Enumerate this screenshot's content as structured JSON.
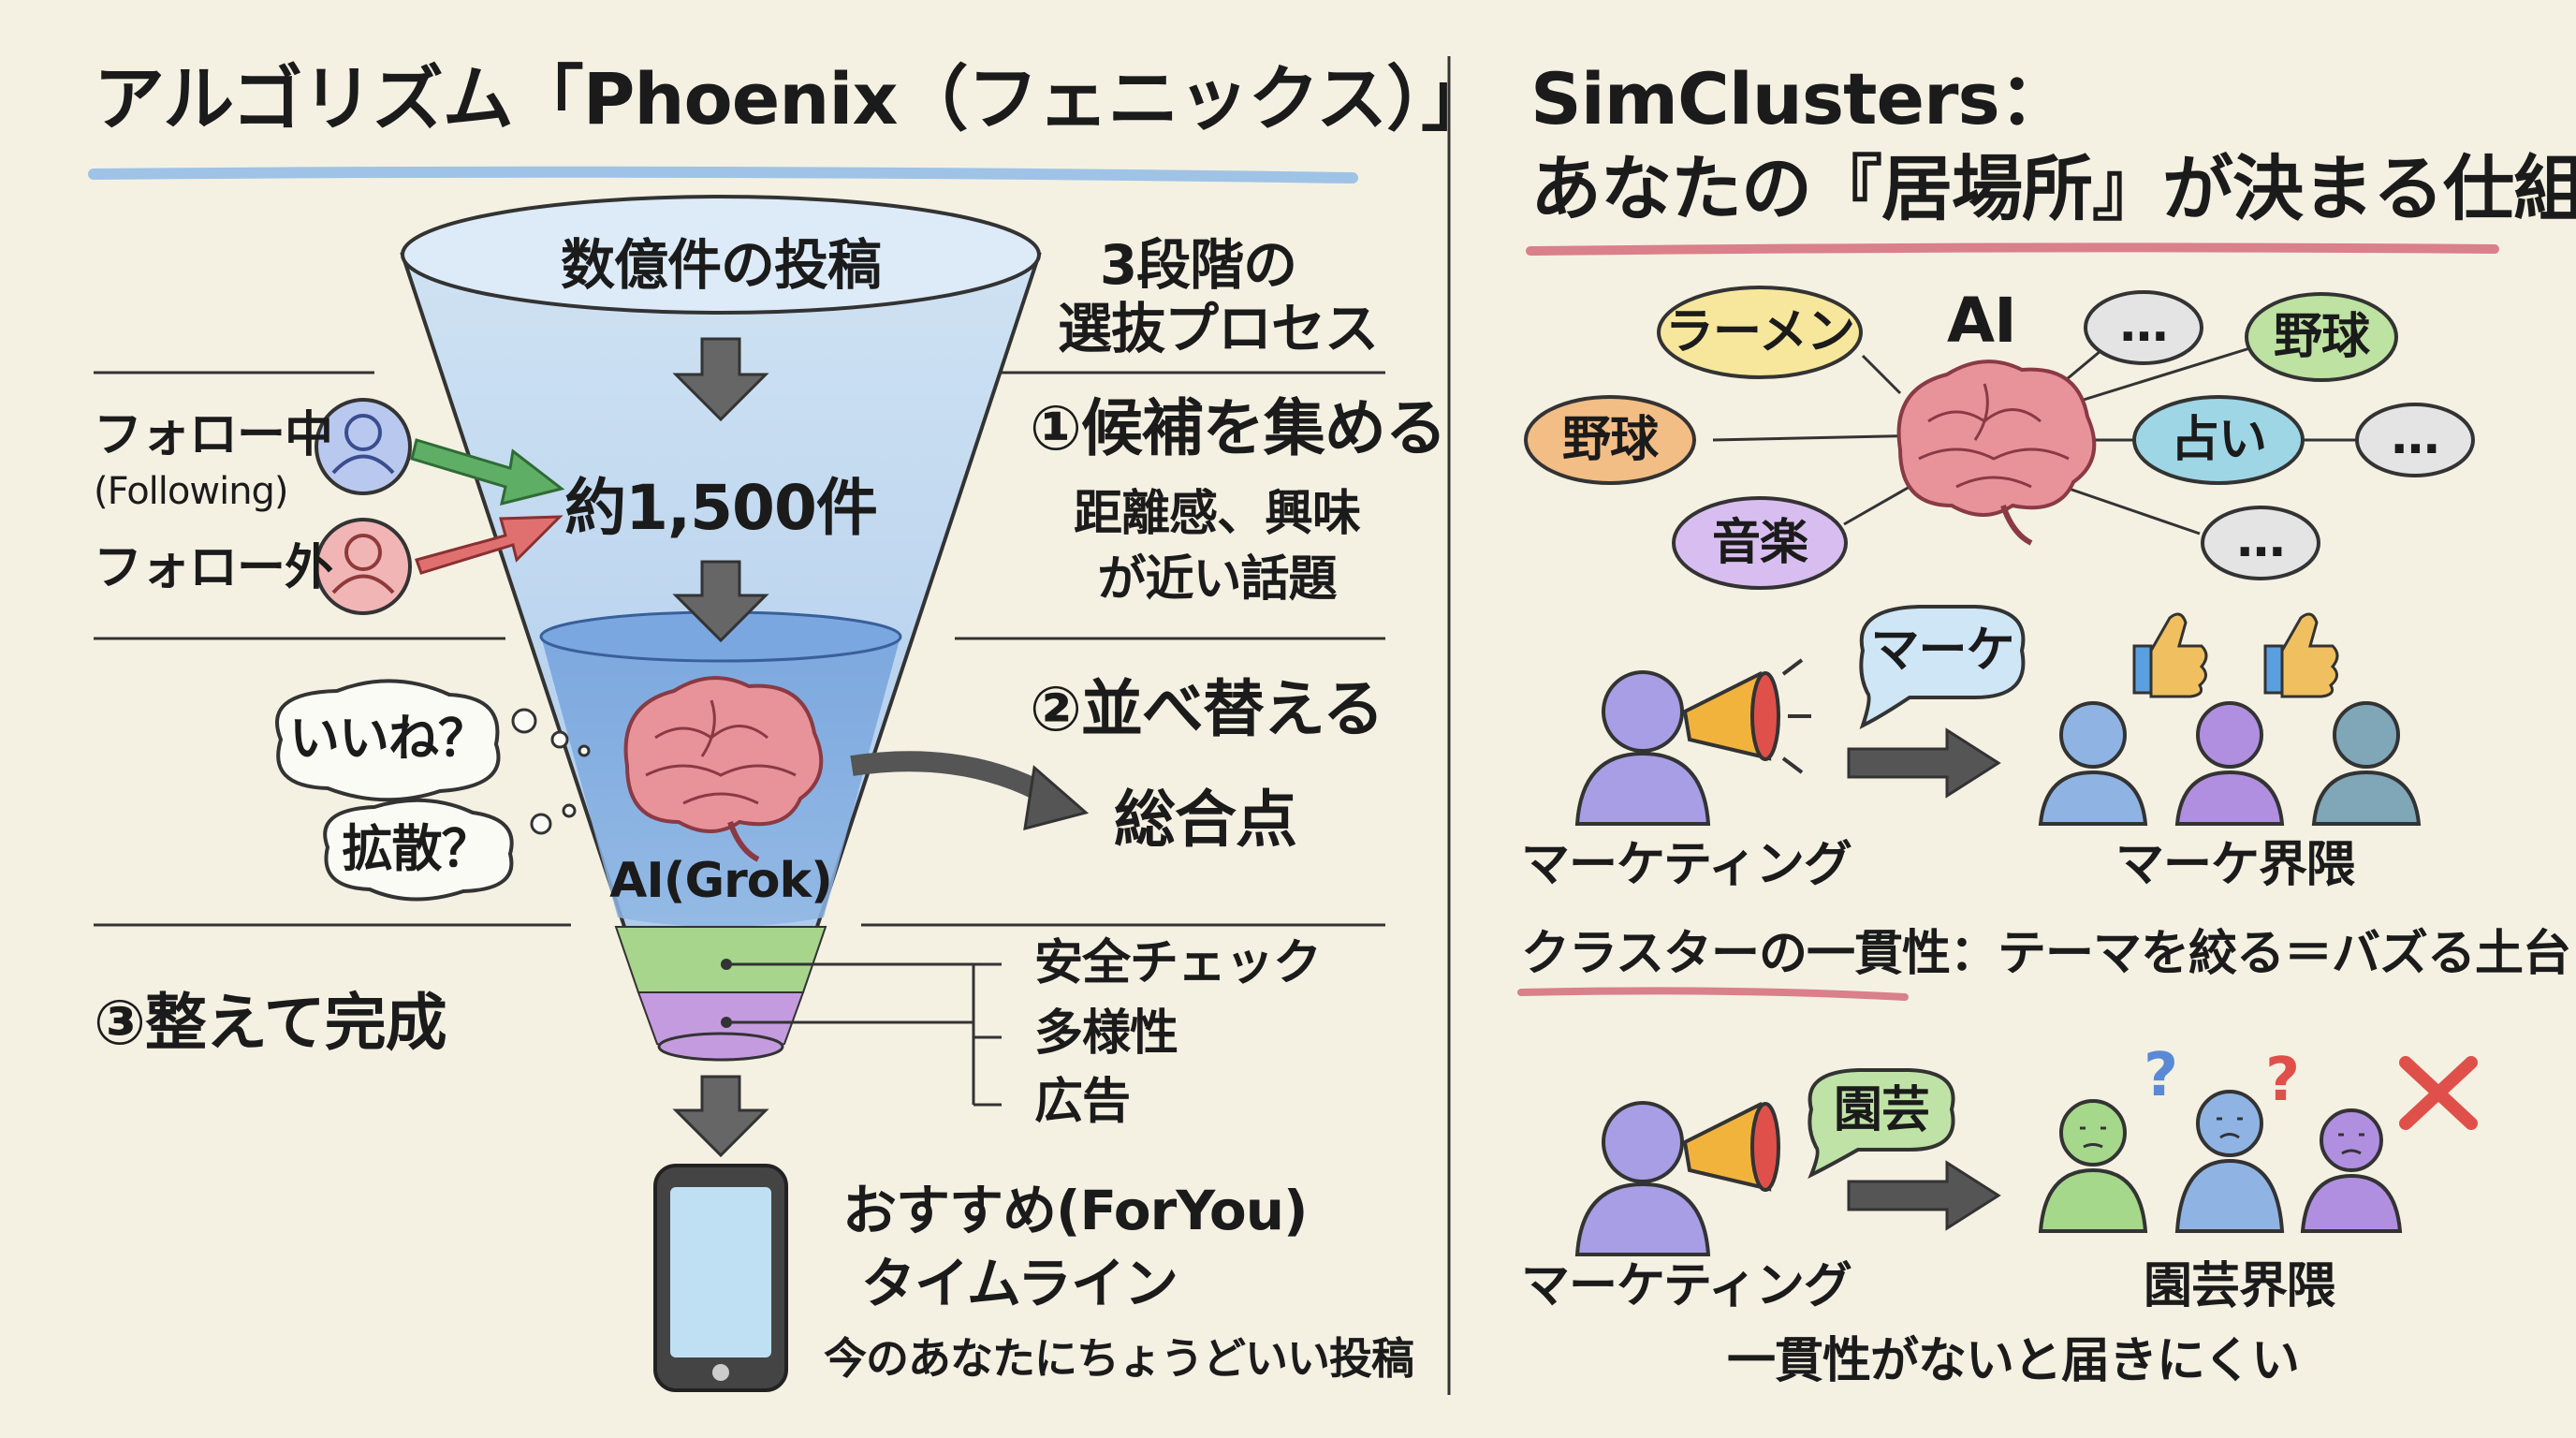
{
  "left": {
    "title": "アルゴリズム「Phoenix（フェニックス）」",
    "funnel_top": "数億件の投稿",
    "stages_header": [
      "3段階の",
      "選抜プロセス"
    ],
    "following_label": "フォロー中",
    "following_label_en": "(Following)",
    "nonfollowing_label": "フォロー外",
    "candidates_count": "約1,500件",
    "stage1_title": "①候補を集める",
    "stage1_desc": [
      "距離感、興味",
      "が近い話題"
    ],
    "like_bubble": "いいね？",
    "repost_bubble": "拡散？",
    "ai_label": "AI(Grok)",
    "stage2_title": "②並べ替える",
    "stage2_result": "総合点",
    "stage3_title": "③整えて完成",
    "filters": [
      "安全チェック",
      "多様性",
      "広告"
    ],
    "output_title": "おすすめ(ForYou)",
    "output_subtitle": "タイムライン",
    "output_desc": "今のあなたにちょうどいい投稿"
  },
  "right": {
    "title_line1": "SimClusters：",
    "title_line2": "あなたの『居場所』が決まる仕組み",
    "ai_label": "AI",
    "clusters": [
      "ラーメン",
      "野球",
      "音楽",
      "…",
      "野球",
      "占い",
      "…",
      "…"
    ],
    "example1_bubble": "マーケ",
    "example1_sender": "マーケティング",
    "example1_audience": "マーケ界隈",
    "consistency_caption": "クラスターの一貫性：テーマを絞る＝バズる土台",
    "example2_bubble": "園芸",
    "example2_sender": "マーケティング",
    "example2_audience": "園芸界隈",
    "example2_caption": "一貫性がないと届きにくい"
  },
  "colors": {
    "background": "#f4f1e3",
    "title_underline_left": "#9ec3e6",
    "title_underline_right": "#d9808a",
    "funnel_water": "#8fb6e3",
    "green_arrow": "#5fae66",
    "red_arrow": "#e07070",
    "brain": "#e8939a",
    "safety_band": "#a6d58b",
    "diversity_band": "#c59be0",
    "like_icon": "#5aa0e0",
    "cross": "#e0504a"
  }
}
